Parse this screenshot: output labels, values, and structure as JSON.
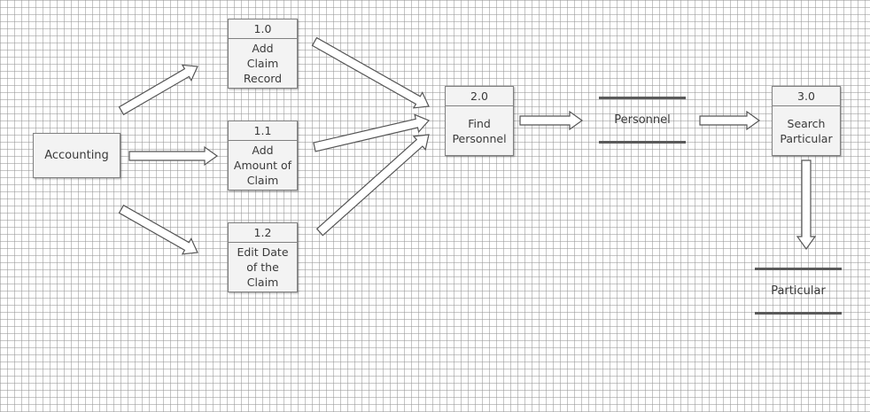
{
  "external_entities": [
    {
      "id": "accounting",
      "label": "Accounting"
    }
  ],
  "processes": [
    {
      "id": "1.0",
      "name": "Add\nClaim\nRecord"
    },
    {
      "id": "1.1",
      "name": "Add\nAmount of\nClaim"
    },
    {
      "id": "1.2",
      "name": "Edit Date\nof the\nClaim"
    },
    {
      "id": "2.0",
      "name": "Find\nPersonnel"
    },
    {
      "id": "3.0",
      "name": "Search\nParticular"
    }
  ],
  "data_stores": [
    {
      "label": "Personnel"
    },
    {
      "label": "Particular"
    }
  ],
  "flows": [
    {
      "from": "Accounting",
      "to": "1.0"
    },
    {
      "from": "Accounting",
      "to": "1.1"
    },
    {
      "from": "Accounting",
      "to": "1.2"
    },
    {
      "from": "1.0",
      "to": "2.0"
    },
    {
      "from": "1.1",
      "to": "2.0"
    },
    {
      "from": "1.2",
      "to": "2.0"
    },
    {
      "from": "2.0",
      "to": "Personnel"
    },
    {
      "from": "Personnel",
      "to": "3.0"
    },
    {
      "from": "3.0",
      "to": "Particular"
    }
  ]
}
